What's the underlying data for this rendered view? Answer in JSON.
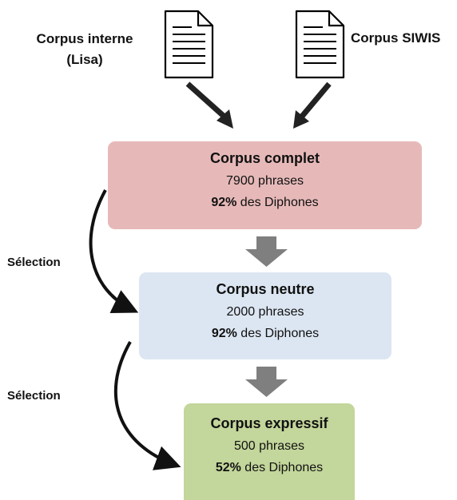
{
  "sources": [
    {
      "label_line1": "Corpus interne",
      "label_line2": "(Lisa)",
      "icon": "document-icon"
    },
    {
      "label": "Corpus SIWIS",
      "icon": "document-icon"
    }
  ],
  "steps": [
    {
      "title": "Corpus complet",
      "phrases": "7900 phrases",
      "pct": "92%",
      "pct_suffix": " des Diphones",
      "color": "#e6b9b8"
    },
    {
      "title": "Corpus neutre",
      "phrases": "2000 phrases",
      "pct": "92%",
      "pct_suffix": " des Diphones",
      "color": "#dce6f2"
    },
    {
      "title": "Corpus expressif",
      "phrases": "500 phrases",
      "pct": "52%",
      "pct_suffix": " des Diphones",
      "color": "#c3d69b"
    }
  ],
  "selection_labels": [
    "Sélection",
    "Sélection"
  ],
  "colors": {
    "arrow_dark": "#222222",
    "arrow_gray": "#7f7f7f"
  }
}
